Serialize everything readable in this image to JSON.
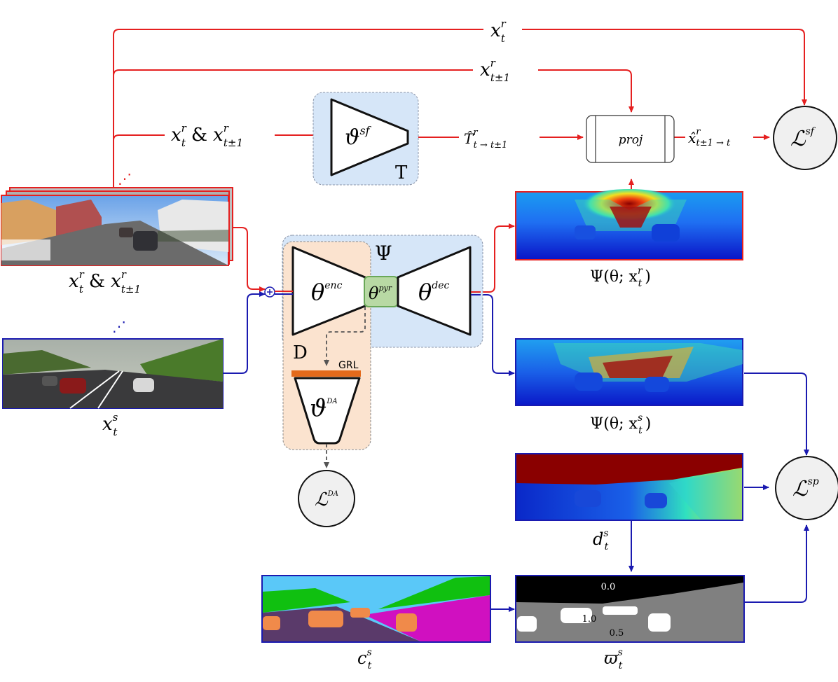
{
  "labels": {
    "xt": "x",
    "xt_sup": "r",
    "xt_sub": "t",
    "xt1_sup": "r",
    "xt1_sub": "t±1",
    "and": "&",
    "xs_sup": "s",
    "xs_sub": "t",
    "pose_net_symbol": "ϑ",
    "pose_net_sup": "sf",
    "pose_block": "T",
    "pose_output_symbol": "T̂",
    "pose_output_sup": "r",
    "pose_output_sub": "t → t±1",
    "proj": "proj",
    "warped_symbol": "x̂",
    "warped_sup": "r",
    "warped_sub": "t±1 → t",
    "loss_symbol": "ℒ",
    "loss_sf_sup": "sf",
    "loss_sp_sup": "sp",
    "loss_da_sup": "DA",
    "psi": "Ψ",
    "theta": "θ",
    "enc_sup": "enc",
    "pyr_sup": "pyr",
    "dec_sup": "dec",
    "da_block": "D",
    "grl": "GRL",
    "da_net_sup": "DA",
    "depth_real_caption": "Ψ(θ; x",
    "depth_real_sup": "r",
    "depth_real_sub": "t",
    "depth_syn_caption": "Ψ(θ; x",
    "depth_syn_sup": "s",
    "depth_syn_sub": "t",
    "close_paren": ")",
    "gt_depth": "d",
    "gt_depth_sup": "s",
    "gt_depth_sub": "t",
    "seg": "c",
    "seg_sup": "s",
    "seg_sub": "t",
    "weight": "ϖ",
    "weight_sup": "s",
    "weight_sub": "t",
    "weight_val_sky": "0.0",
    "weight_val_car": "1.0",
    "weight_val_road": "0.5",
    "ellipsis": "⋰"
  },
  "colors": {
    "real_path": "#e52020",
    "syn_path": "#1a1ab0",
    "pose_box": "#d6e6f8",
    "encoder_box": "#fbe3cf",
    "pyr_box": "#b8d9a4",
    "grl_bar": "#e36a1c"
  }
}
